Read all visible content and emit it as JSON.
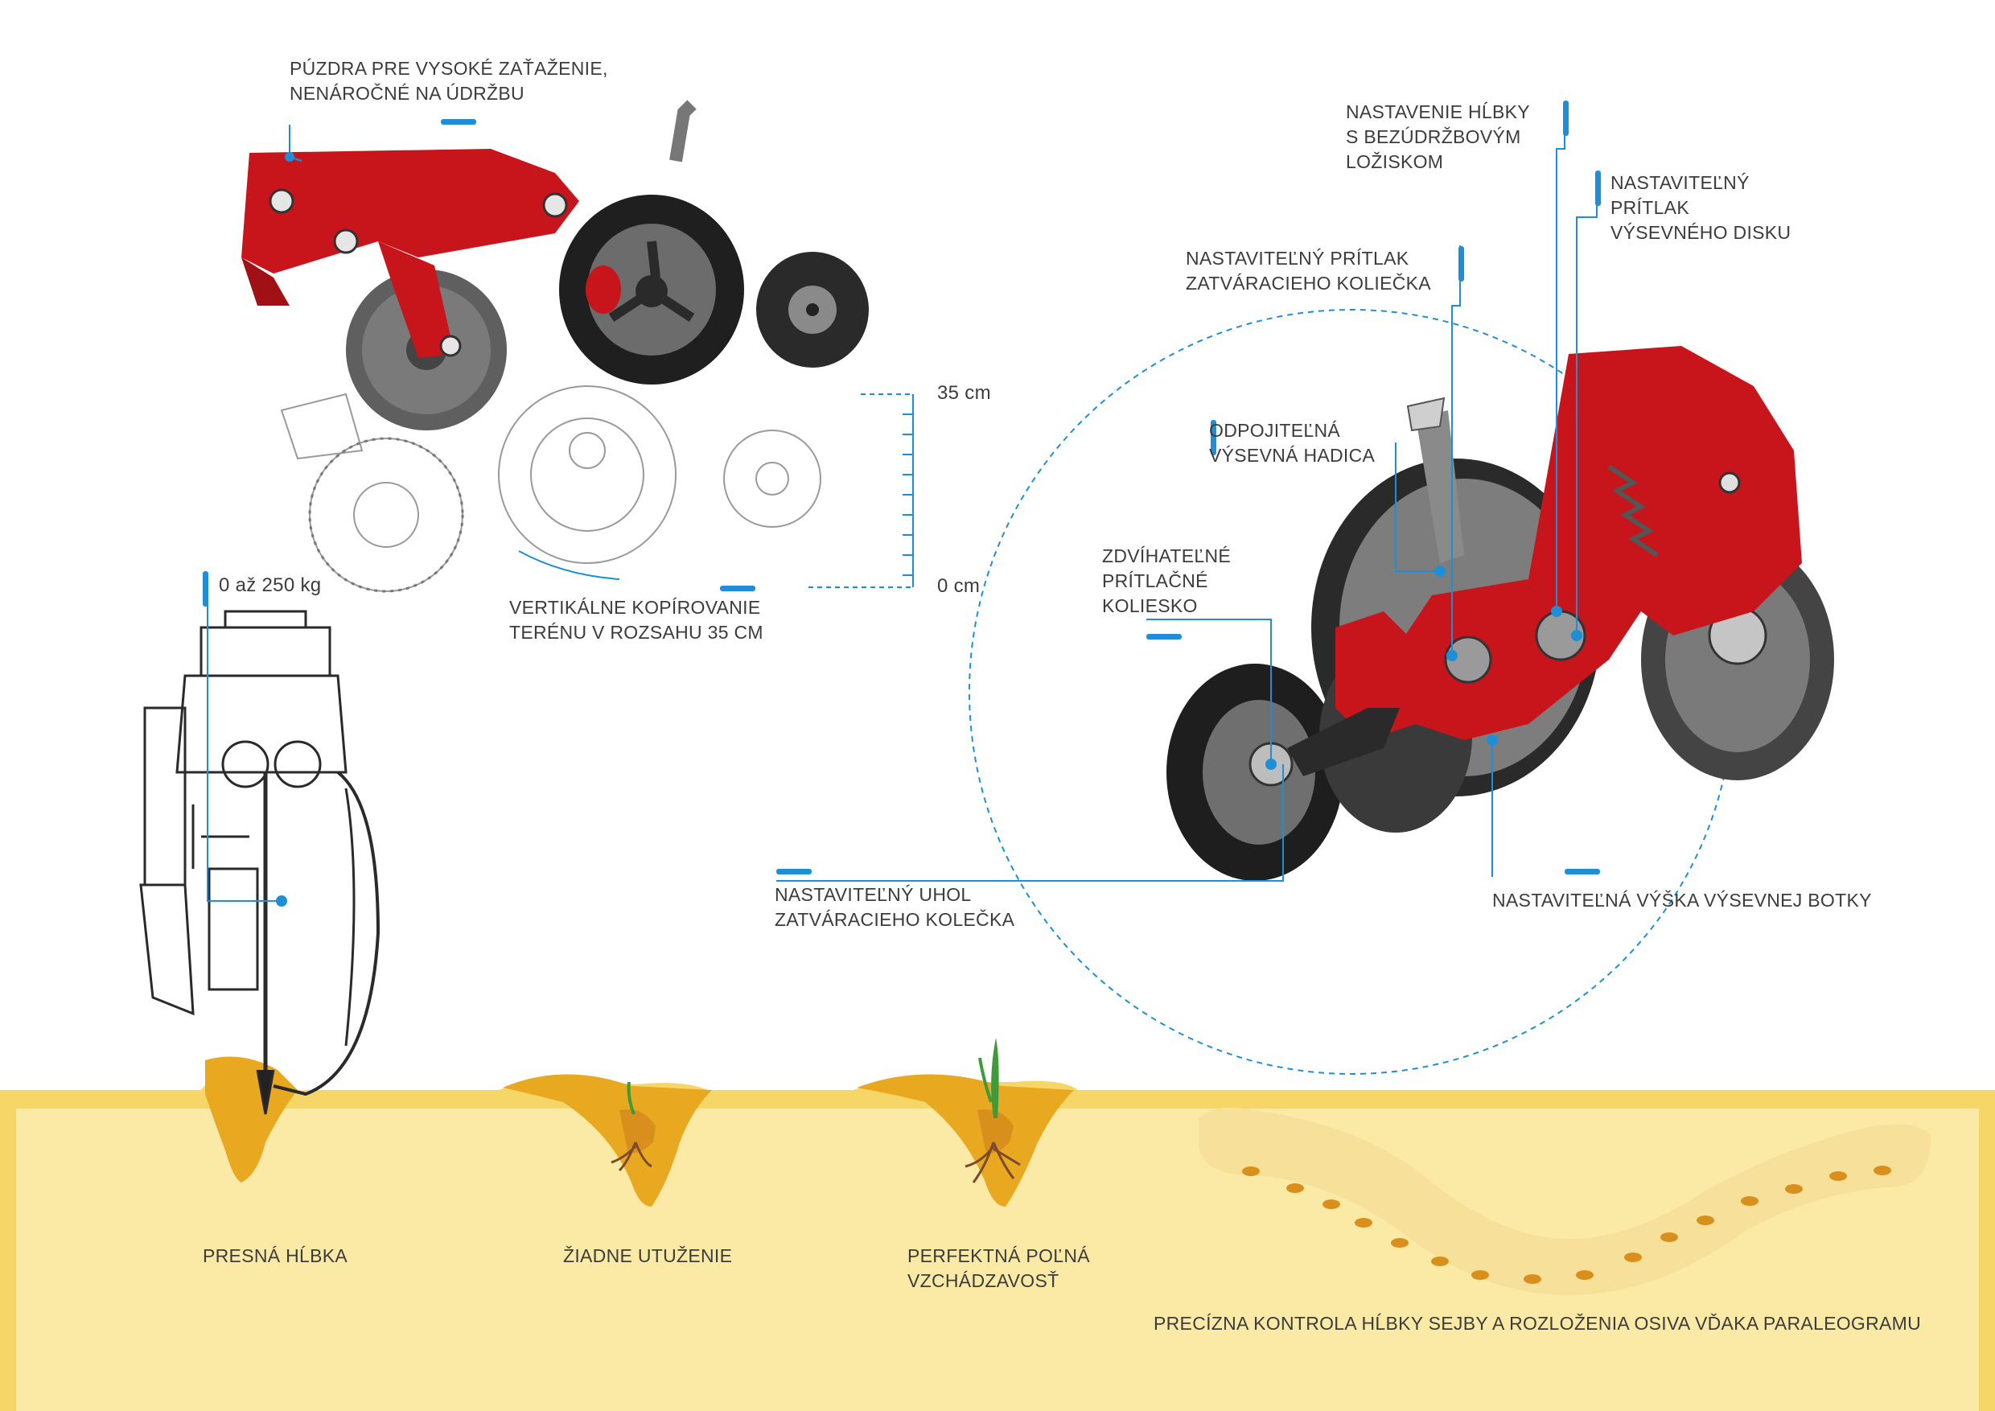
{
  "labels": {
    "bushings": [
      "PÚZDRA PRE VYSOKÉ ZAŤAŽENIE,",
      "NENÁROČNÉ NA ÚDRŽBU"
    ],
    "depth_setting": [
      "NASTAVENIE HĹBKY",
      "S BEZÚDRŽBOVÝM",
      "LOŽISKOM"
    ],
    "disc_pressure": [
      "NASTAVITEĽNÝ",
      "PRÍTLAK",
      "VÝSEVNÉHO DISKU"
    ],
    "closing_pressure": [
      "NASTAVITEĽNÝ PRÍTLAK",
      "ZATVÁRACIEHO KOLIEČKA"
    ],
    "hose": [
      "ODPOJITEĽNÁ",
      "VÝSEVNÁ HADICA"
    ],
    "press_wheel": [
      "ZDVÍHATEĽNÉ",
      "PRÍTLAČNÉ",
      "KOLIESKO"
    ],
    "closing_angle": [
      "NASTAVITEĽNÝ UHOL",
      "ZATVÁRACIEHO KOLEČKA"
    ],
    "boot_height": "NASTAVITEĽNÁ VÝŠKA VÝSEVNEJ BOTKY",
    "terrain": [
      "VERTIKÁLNE KOPÍROVANIE",
      "TERÉNU V ROZSAHU 35 CM"
    ],
    "force": "0 až 250 kg",
    "scale_top": "35 cm",
    "scale_bottom": "0 cm",
    "precise_depth": "PRESNÁ HĹBKA",
    "no_compaction": "ŽIADNE UTUŽENIE",
    "emergence": [
      "PERFEKTNÁ POĽNÁ",
      "VZCHÁDZAVOSŤ"
    ],
    "control": "PRECÍZNA KONTROLA HĹBKY SEJBY A ROZLOŽENIA OSIVA VĎAKA PARALEOGRAMU"
  },
  "colors": {
    "accent": "#1e8fd6",
    "machine_red": "#c8141b",
    "soil": "#fbeaa6",
    "soil_top": "#f6d667",
    "furrow": "#e8a81f",
    "metal": "#5a5a5a"
  }
}
